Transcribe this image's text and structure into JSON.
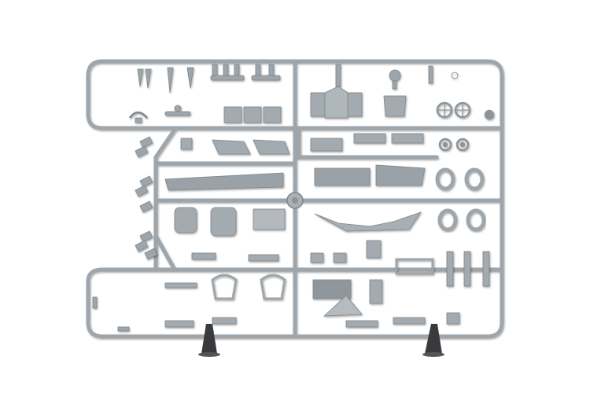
{
  "scene": {
    "subject": "plastic-model-sprue",
    "colors": {
      "background": "#ffffff",
      "plastic": "#9ea6ab",
      "plastic_dark": "#7d868c",
      "plastic_light": "#c3c9cc",
      "stand": "#3a3a3c"
    },
    "icons": [
      "sprue-frame",
      "wheel-part",
      "tire-part",
      "display-stand"
    ]
  }
}
